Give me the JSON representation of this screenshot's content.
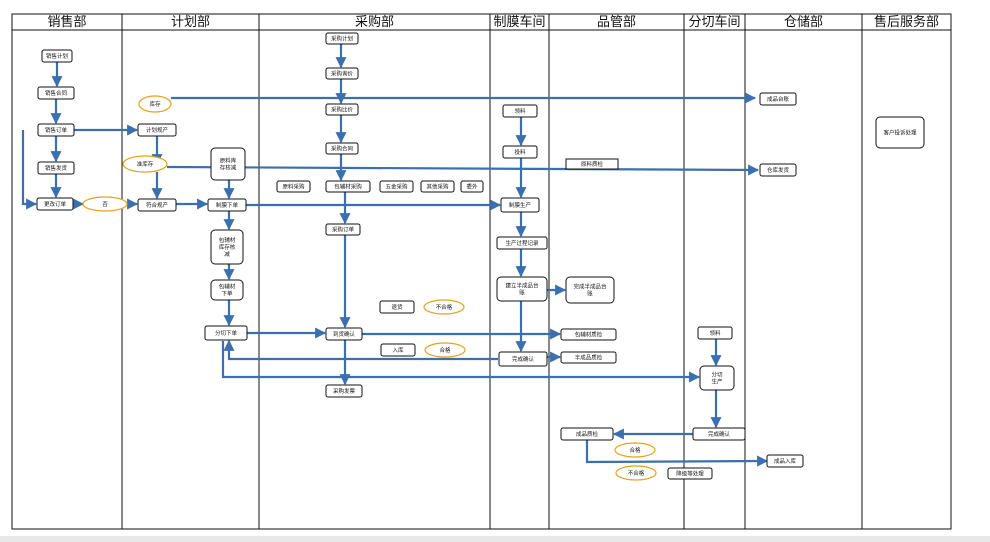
{
  "lanes": [
    {
      "title": "销售部"
    },
    {
      "title": "计划部"
    },
    {
      "title": "采购部"
    },
    {
      "title": "制膜车间"
    },
    {
      "title": "品管部"
    },
    {
      "title": "分切车间"
    },
    {
      "title": "仓储部"
    },
    {
      "title": "售后服务部"
    }
  ],
  "nodes": [
    {
      "id": "sales_plan",
      "label": [
        "销售计划"
      ]
    },
    {
      "id": "sales_contract",
      "label": [
        "销售合同"
      ]
    },
    {
      "id": "sales_order",
      "label": [
        "销售订单"
      ]
    },
    {
      "id": "sales_ship",
      "label": [
        "销售发货"
      ]
    },
    {
      "id": "change_order",
      "label": [
        "更改订单"
      ]
    },
    {
      "id": "plan_prod",
      "label": [
        "计划规产"
      ]
    },
    {
      "id": "match_prod",
      "label": [
        "符合规产"
      ]
    },
    {
      "id": "raw_stock_check",
      "label": [
        "原料库",
        "存核减"
      ]
    },
    {
      "id": "film_order",
      "label": [
        "制膜下单"
      ]
    },
    {
      "id": "pack_stock_check",
      "label": [
        "包辅材",
        "库存核",
        "减"
      ]
    },
    {
      "id": "pack_order",
      "label": [
        "包辅材",
        "下单"
      ]
    },
    {
      "id": "slit_order",
      "label": [
        "分切下单"
      ]
    },
    {
      "id": "purch_plan",
      "label": [
        "采购计划"
      ]
    },
    {
      "id": "purch_inquiry",
      "label": [
        "采购询价"
      ]
    },
    {
      "id": "purch_compare",
      "label": [
        "采购比价"
      ]
    },
    {
      "id": "purch_contract",
      "label": [
        "采购合同"
      ]
    },
    {
      "id": "raw_purch",
      "label": [
        "原料采购"
      ]
    },
    {
      "id": "pack_purch",
      "label": [
        "包辅材采购"
      ]
    },
    {
      "id": "hardware_purch",
      "label": [
        "五金采购"
      ]
    },
    {
      "id": "other_purch",
      "label": [
        "其他采购"
      ]
    },
    {
      "id": "outsource",
      "label": [
        "委外"
      ]
    },
    {
      "id": "purch_order",
      "label": [
        "采购订单"
      ]
    },
    {
      "id": "return_goods",
      "label": [
        "退货"
      ]
    },
    {
      "id": "arrival_confirm",
      "label": [
        "到货确认"
      ]
    },
    {
      "id": "warehousing",
      "label": [
        "入库"
      ]
    },
    {
      "id": "purch_invoice",
      "label": [
        "采购发票"
      ]
    },
    {
      "id": "pick_film",
      "label": [
        "领料"
      ]
    },
    {
      "id": "feed",
      "label": [
        "投料"
      ]
    },
    {
      "id": "film_prod",
      "label": [
        "制膜生产"
      ]
    },
    {
      "id": "prod_record",
      "label": [
        "生产过程记录"
      ]
    },
    {
      "id": "semi_ledger",
      "label": [
        "建立半成品台",
        "账"
      ]
    },
    {
      "id": "complete_confirm_film",
      "label": [
        "完成确认"
      ]
    },
    {
      "id": "complete_semi_ledger",
      "label": [
        "完成半成品台",
        "账"
      ]
    },
    {
      "id": "raw_qc",
      "label": [
        "原料质检"
      ]
    },
    {
      "id": "pack_qc",
      "label": [
        "包辅材质检"
      ]
    },
    {
      "id": "semi_qc",
      "label": [
        "半成品质检"
      ]
    },
    {
      "id": "final_qc",
      "label": [
        "成品质检"
      ]
    },
    {
      "id": "downgrade",
      "label": [
        "降级等处理"
      ]
    },
    {
      "id": "pick_slit",
      "label": [
        "领料"
      ]
    },
    {
      "id": "slit_prod",
      "label": [
        "分切",
        "生产"
      ]
    },
    {
      "id": "complete_confirm_slit",
      "label": [
        "完成确认"
      ]
    },
    {
      "id": "finished_ledger",
      "label": [
        "成品台账"
      ]
    },
    {
      "id": "warehouse_ship",
      "label": [
        "仓库发货"
      ]
    },
    {
      "id": "finished_in",
      "label": [
        "成品入库"
      ]
    },
    {
      "id": "complaint",
      "label": [
        "客户投诉处理"
      ]
    }
  ],
  "ovals": [
    {
      "id": "no",
      "label": "否"
    },
    {
      "id": "stock",
      "label": "库存"
    },
    {
      "id": "reserve",
      "label": "准库存"
    },
    {
      "id": "unqualified_purch",
      "label": "不合格"
    },
    {
      "id": "qualified_purch",
      "label": "合格"
    },
    {
      "id": "qualified_final",
      "label": "合格"
    },
    {
      "id": "unqualified_final",
      "label": "不合格"
    }
  ]
}
